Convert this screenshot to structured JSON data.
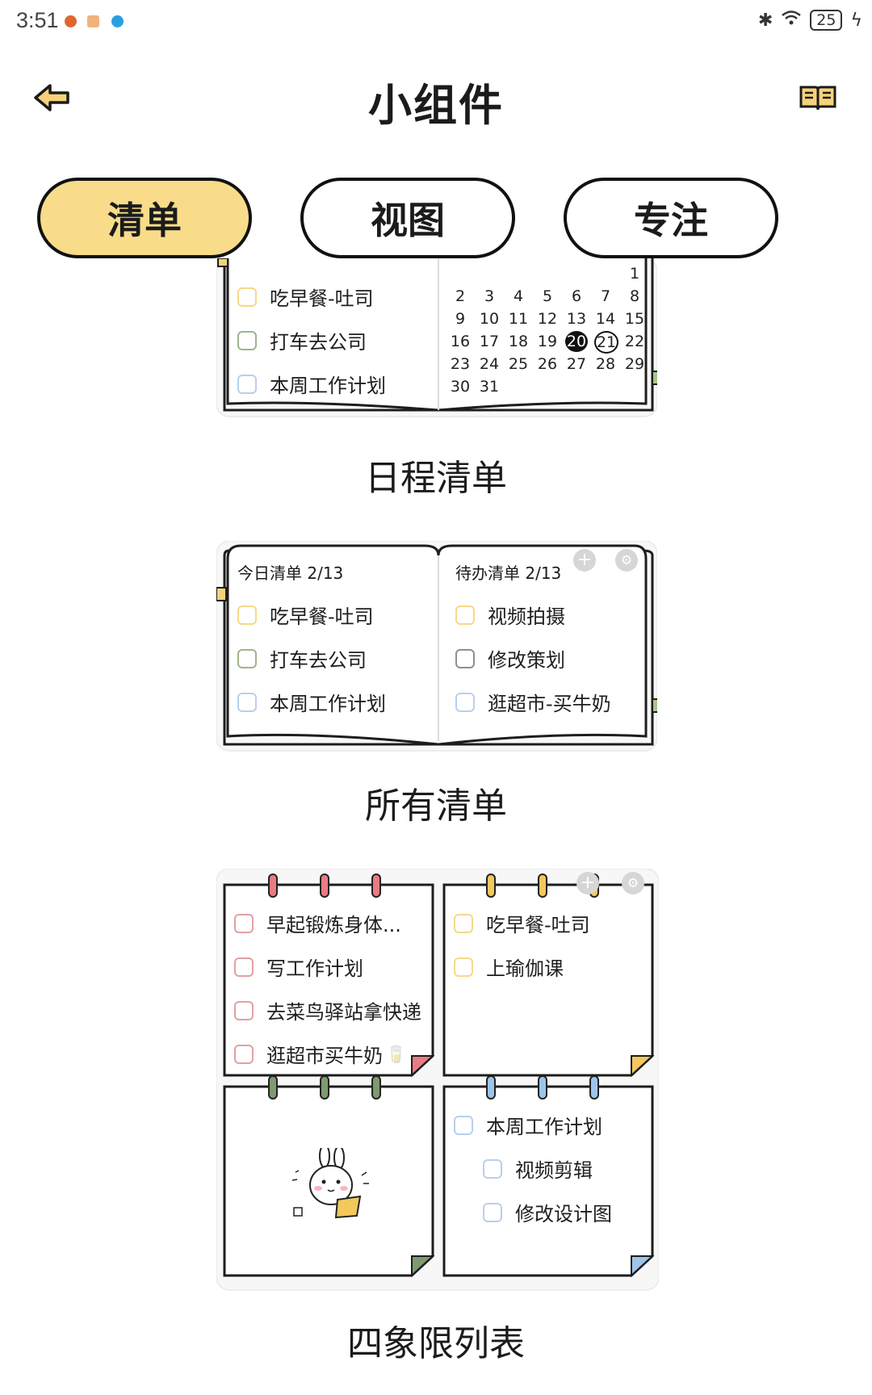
{
  "status_bar": {
    "time": "3:51",
    "battery": "25"
  },
  "header": {
    "title": "小组件",
    "back_icon": "back-arrow-icon",
    "guide_icon": "book-icon"
  },
  "tabs": [
    {
      "label": "清单",
      "active": true
    },
    {
      "label": "视图",
      "active": false
    },
    {
      "label": "专注",
      "active": false
    }
  ],
  "widget1": {
    "label": "日程清单",
    "tasks": [
      "吃早餐-吐司",
      "打车去公司",
      "本周工作计划"
    ],
    "calendar": {
      "rows": [
        [
          "",
          "",
          "",
          "",
          "",
          "",
          "1"
        ],
        [
          "2",
          "3",
          "4",
          "5",
          "6",
          "7",
          "8"
        ],
        [
          "9",
          "10",
          "11",
          "12",
          "13",
          "14",
          "15"
        ],
        [
          "16",
          "17",
          "18",
          "19",
          "20",
          "21",
          "22"
        ],
        [
          "23",
          "24",
          "25",
          "26",
          "27",
          "28",
          "29"
        ],
        [
          "30",
          "31",
          "",
          "",
          "",
          "",
          ""
        ]
      ],
      "selected": "20",
      "today": "21"
    }
  },
  "widget2": {
    "label": "所有清单",
    "left_header": "今日清单 2/13",
    "left_tasks": [
      "吃早餐-吐司",
      "打车去公司",
      "本周工作计划"
    ],
    "right_header": "待办清单 2/13",
    "right_tasks": [
      "视频拍摄",
      "修改策划",
      "逛超市-买牛奶"
    ]
  },
  "widget3": {
    "label": "四象限列表",
    "q1_tasks": [
      "早起锻炼身体...",
      "写工作计划",
      "去菜鸟驿站拿快递",
      "逛超市买牛奶"
    ],
    "q2_tasks": [
      "吃早餐-吐司",
      "上瑜伽课"
    ],
    "q4_tasks": [
      "本周工作计划",
      "视频剪辑",
      "修改设计图"
    ]
  },
  "colors": {
    "tab_active": "#f8dc8a",
    "corner_red": "#e97b84",
    "corner_yellow": "#f3c85c",
    "corner_green": "#7e9a6e",
    "corner_blue": "#9ec4ea"
  }
}
